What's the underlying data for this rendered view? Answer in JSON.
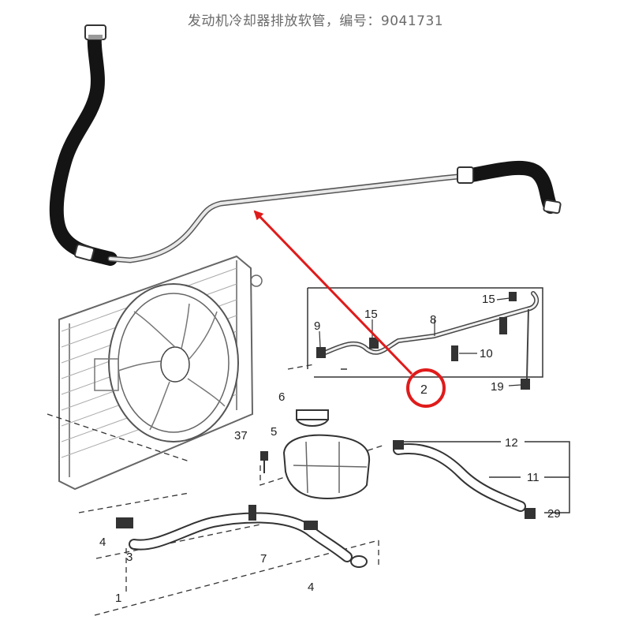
{
  "title": "发动机冷却器排放软管，编号：9041731",
  "callouts": {
    "c1": "1",
    "c2": "2",
    "c3": "3",
    "c4a": "4",
    "c4b": "4",
    "c5": "5",
    "c6": "6",
    "c7": "7",
    "c8": "8",
    "c9": "9",
    "c10": "10",
    "c11": "11",
    "c12": "12",
    "c15a": "15",
    "c15b": "15",
    "c19": "19",
    "c29": "29",
    "c37": "37"
  },
  "colors": {
    "highlight": "#e01b1b",
    "line": "#333333",
    "hose": "#141414"
  }
}
